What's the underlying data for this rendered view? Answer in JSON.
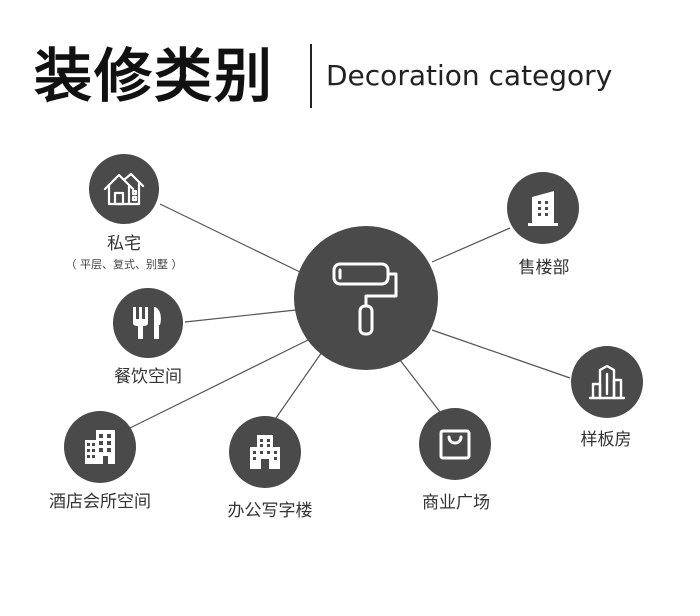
{
  "header": {
    "title_zh": "装修类别",
    "title_en": "Decoration category"
  },
  "hub": {
    "icon": "paint-roller-icon"
  },
  "categories": [
    {
      "id": "residence",
      "label": "私宅",
      "sublabel": "（ 平层、复式、别墅 ）",
      "icon": "houses-icon"
    },
    {
      "id": "dining",
      "label": "餐饮空间",
      "icon": "fork-knife-icon"
    },
    {
      "id": "hotel",
      "label": "酒店会所空间",
      "icon": "hotel-building-icon"
    },
    {
      "id": "office",
      "label": "办公写字楼",
      "icon": "office-building-icon"
    },
    {
      "id": "commercial",
      "label": "商业广场",
      "icon": "shopping-bag-icon"
    },
    {
      "id": "showroom",
      "label": "样板房",
      "icon": "city-buildings-icon"
    },
    {
      "id": "sales-office",
      "label": "售楼部",
      "icon": "tower-building-icon"
    }
  ],
  "colors": {
    "node": "#4a4a4a",
    "icon": "#ffffff",
    "line": "#555555",
    "text": "#333333"
  }
}
